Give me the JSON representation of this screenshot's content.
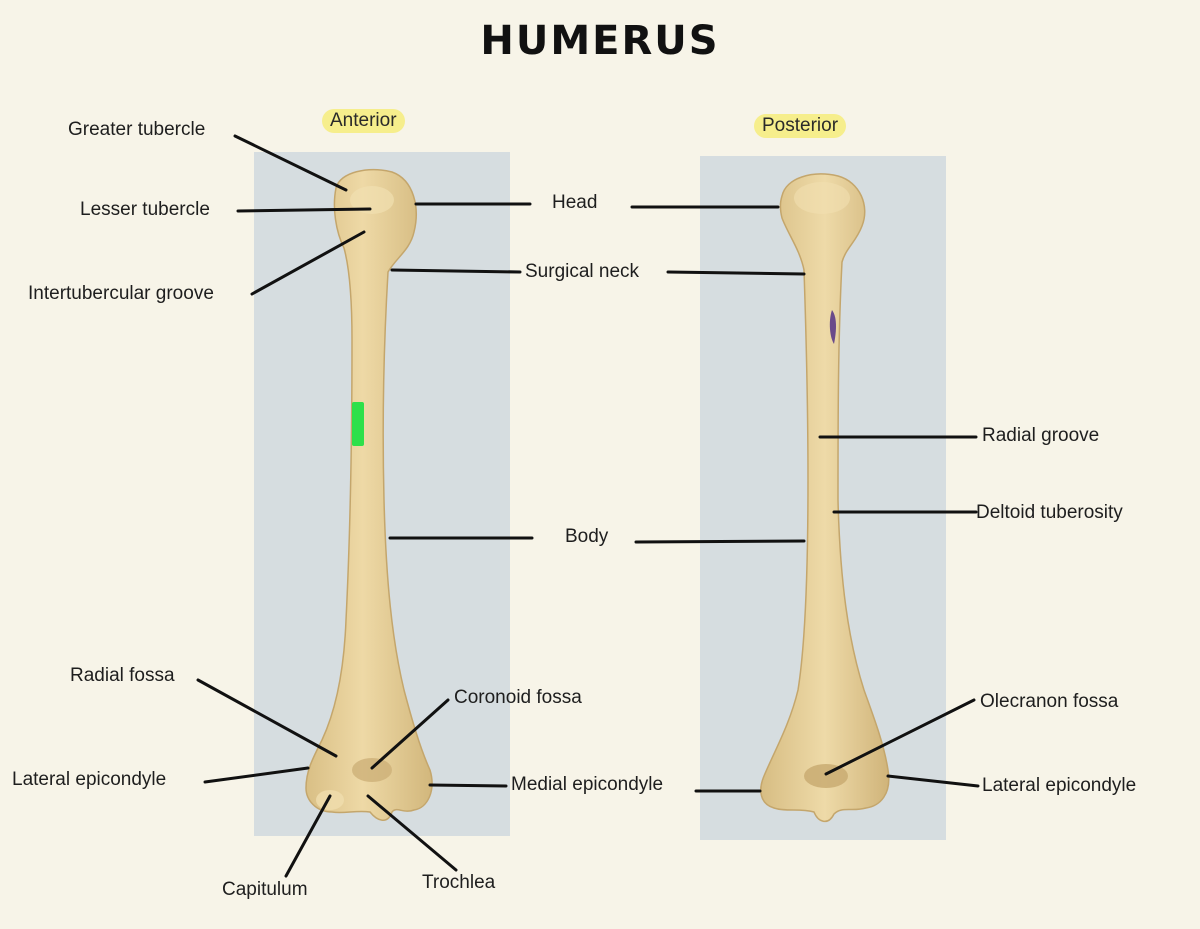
{
  "title": "HUMERUS",
  "views": {
    "anterior": "Anterior",
    "posterior": "Posterior"
  },
  "labels": {
    "greater_tubercle": "Greater tubercle",
    "lesser_tubercle": "Lesser tubercle",
    "intertubercular_groove": "Intertubercular groove",
    "head": "Head",
    "surgical_neck": "Surgical neck",
    "body": "Body",
    "radial_groove": "Radial groove",
    "deltoid_tuberosity": "Deltoid tuberosity",
    "radial_fossa": "Radial fossa",
    "coronoid_fossa": "Coronoid fossa",
    "lateral_epicondyle_left": "Lateral epicondyle",
    "medial_epicondyle": "Medial epicondyle",
    "olecranon_fossa": "Olecranon fossa",
    "lateral_epicondyle_right": "Lateral epicondyle",
    "capitulum": "Capitulum",
    "trochlea": "Trochlea"
  },
  "colors": {
    "page": "#f7f4e8",
    "photo_background": "#d6dde0",
    "bone": "#e8d39f",
    "highlight": "#f6ee8c",
    "green_marker": "#2ee04a",
    "purple_mark": "#6a4a8a",
    "leader": "#111111"
  }
}
